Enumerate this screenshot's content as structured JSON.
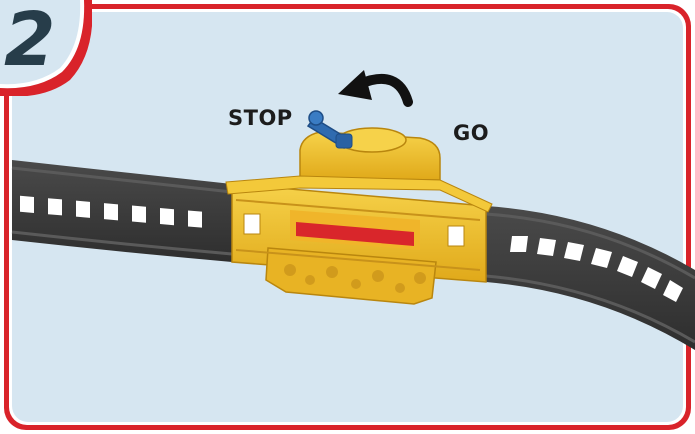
{
  "step": {
    "number": "2"
  },
  "labels": {
    "stop": "STOP",
    "go": "GO"
  },
  "icons": {
    "arrow": "curved-arrow-left-icon",
    "lever": "blue-switch-lever-icon",
    "track": "train-track-segment",
    "station": "yellow-track-switch-piece"
  },
  "colors": {
    "frame_red": "#d9232a",
    "panel_bg": "#d6e6f1",
    "track_dark": "#3a3a3a",
    "piece_yellow": "#f2c12e",
    "piece_red": "#d9262b",
    "lever_blue": "#2f6bb0",
    "text": "#1c1c1c",
    "badge_digit": "#273d4a"
  }
}
